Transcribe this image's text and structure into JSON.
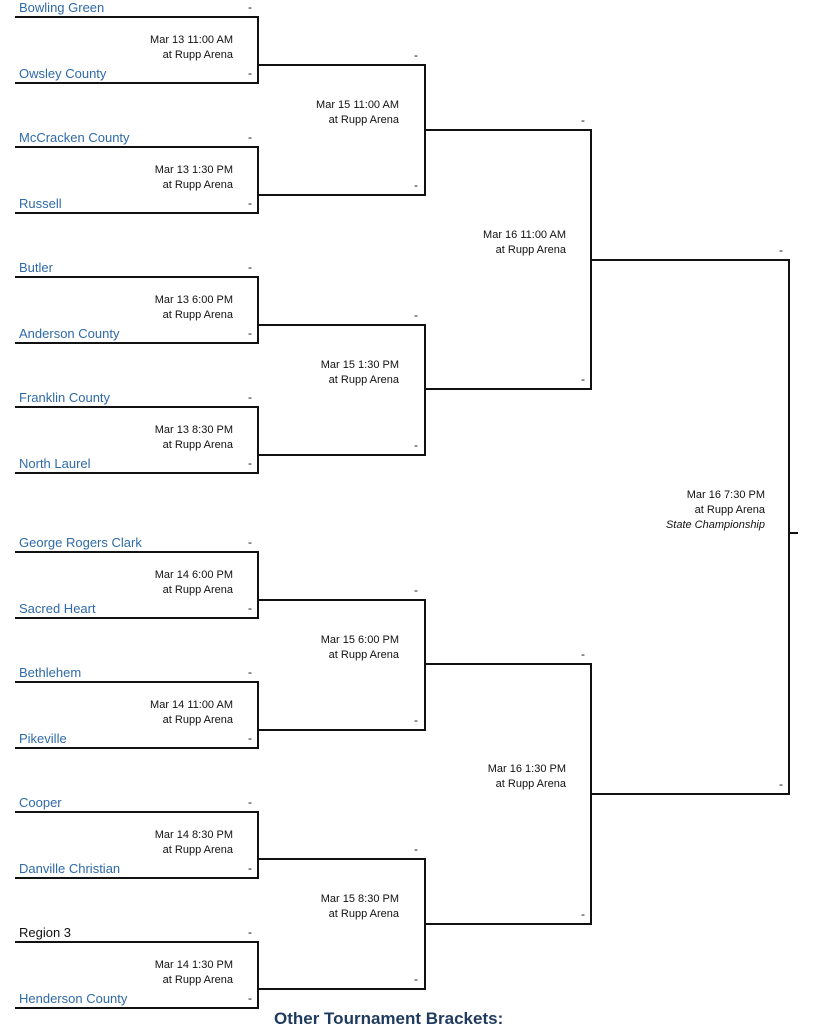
{
  "round1": [
    {
      "top": "Bowling Green",
      "top_score": "-",
      "bottom": "Owsley County",
      "bottom_score": "-",
      "date": "Mar 13 11:00 AM",
      "venue": "at Rupp Arena"
    },
    {
      "top": "McCracken County",
      "top_score": "-",
      "bottom": "Russell",
      "bottom_score": "-",
      "date": "Mar 13 1:30 PM",
      "venue": "at Rupp Arena"
    },
    {
      "top": "Butler",
      "top_score": "-",
      "bottom": "Anderson County",
      "bottom_score": "-",
      "date": "Mar 13 6:00 PM",
      "venue": "at Rupp Arena"
    },
    {
      "top": "Franklin County",
      "top_score": "-",
      "bottom": "North Laurel",
      "bottom_score": "-",
      "date": "Mar 13 8:30 PM",
      "venue": "at Rupp Arena"
    },
    {
      "top": "George Rogers Clark",
      "top_score": "-",
      "bottom": "Sacred Heart",
      "bottom_score": "-",
      "date": "Mar 14 6:00 PM",
      "venue": "at Rupp Arena"
    },
    {
      "top": "Bethlehem",
      "top_score": "-",
      "bottom": "Pikeville",
      "bottom_score": "-",
      "date": "Mar 14 11:00 AM",
      "venue": "at Rupp Arena"
    },
    {
      "top": "Cooper",
      "top_score": "-",
      "bottom": "Danville Christian",
      "bottom_score": "-",
      "date": "Mar 14 8:30 PM",
      "venue": "at Rupp Arena"
    },
    {
      "top": "Region 3",
      "top_score": "-",
      "bottom": "Henderson County",
      "bottom_score": "-",
      "date": "Mar 14 1:30 PM",
      "venue": "at Rupp Arena",
      "top_is_link": false
    }
  ],
  "quarterfinals": [
    {
      "top_score": "-",
      "bottom_score": "-",
      "date": "Mar 15 11:00 AM",
      "venue": "at Rupp Arena"
    },
    {
      "top_score": "-",
      "bottom_score": "-",
      "date": "Mar 15 1:30 PM",
      "venue": "at Rupp Arena"
    },
    {
      "top_score": "-",
      "bottom_score": "-",
      "date": "Mar 15 6:00 PM",
      "venue": "at Rupp Arena"
    },
    {
      "top_score": "-",
      "bottom_score": "-",
      "date": "Mar 15 8:30 PM",
      "venue": "at Rupp Arena"
    }
  ],
  "semifinals": [
    {
      "top_score": "-",
      "bottom_score": "-",
      "date": "Mar 16 11:00 AM",
      "venue": "at Rupp Arena"
    },
    {
      "top_score": "-",
      "bottom_score": "-",
      "date": "Mar 16 1:30 PM",
      "venue": "at Rupp Arena"
    }
  ],
  "final": {
    "top_score": "-",
    "bottom_score": "-",
    "date": "Mar 16 7:30 PM",
    "venue": "at Rupp Arena",
    "name": "State Championship"
  },
  "champion_score": "-",
  "other_brackets_label": "Other Tournament Brackets:",
  "colors": {
    "link": "#2f6aa8",
    "line": "#111111",
    "heading": "#1f3a5f"
  }
}
